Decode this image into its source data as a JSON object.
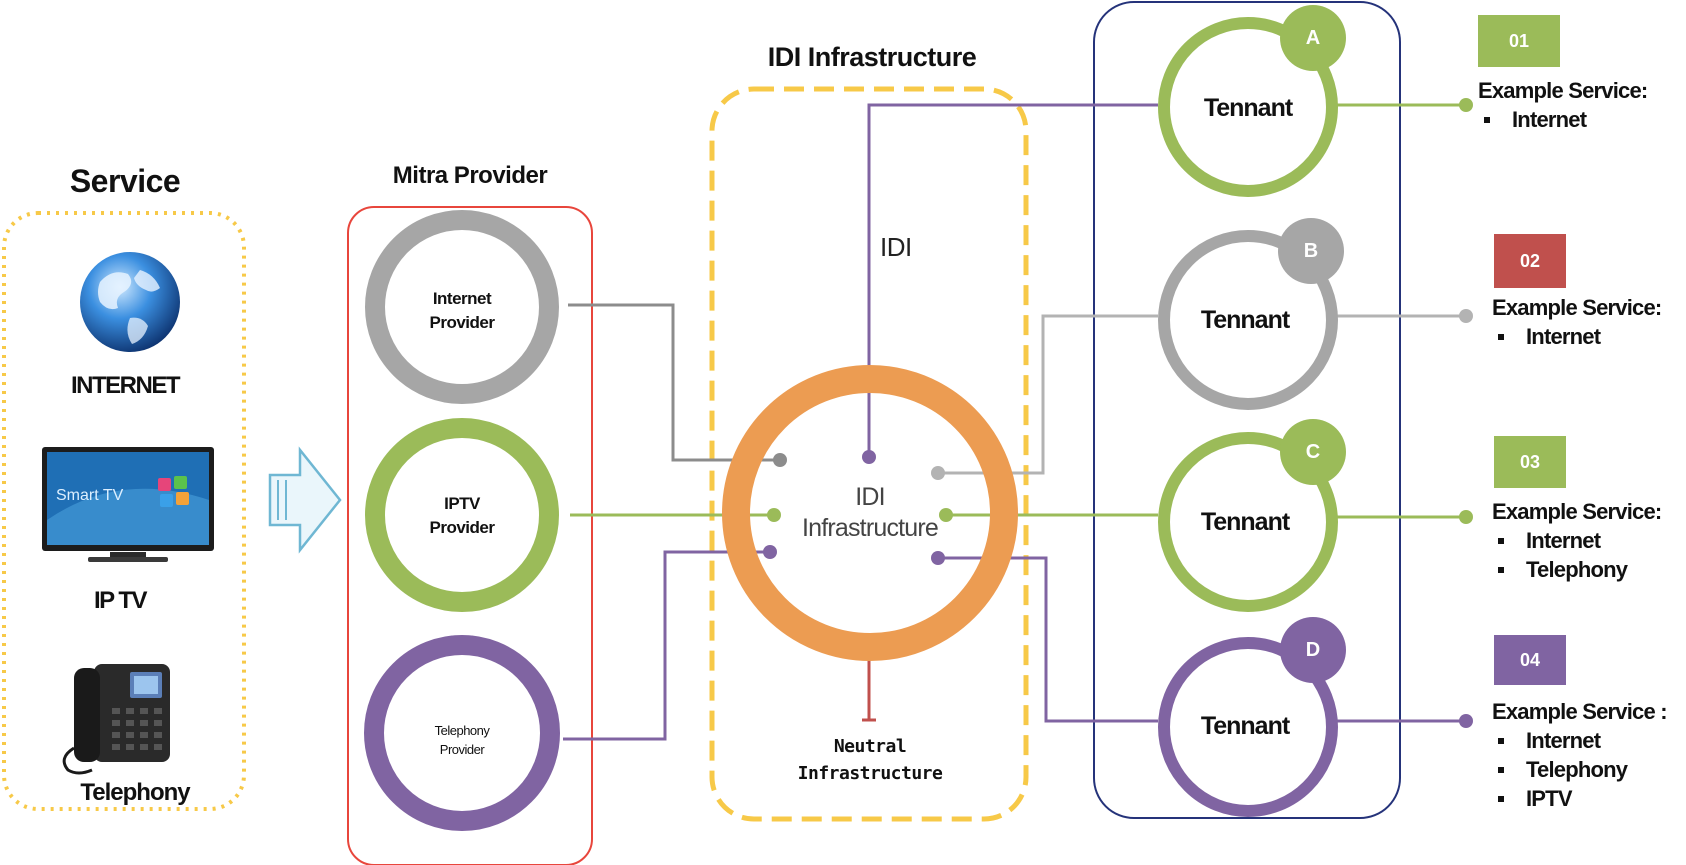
{
  "colors": {
    "green": "#9bbb59",
    "gray": "#a6a6a6",
    "purple": "#8064a2",
    "orange": "#ec9c52",
    "red": "#e8463c",
    "navy": "#25337a",
    "yellow": "#f7c948",
    "badge_red": "#c0504d"
  },
  "service": {
    "title": "Service",
    "items": [
      {
        "label": "INTERNET",
        "icon": "globe-icon"
      },
      {
        "label": "IP TV",
        "icon": "smart-tv-icon",
        "screen_text": "Smart TV"
      },
      {
        "label": "Telephony",
        "icon": "desk-phone-icon"
      }
    ]
  },
  "mitra": {
    "title": "Mitra Provider",
    "providers": [
      {
        "line1": "Internet",
        "line2": "Provider"
      },
      {
        "line1": "IPTV",
        "line2": "Provider"
      },
      {
        "line1": "Telephony",
        "line2": "Provider"
      }
    ]
  },
  "idi": {
    "title": "IDI Infrastructure",
    "line_label": "IDI",
    "center_line1": "IDI",
    "center_line2": "Infrastructure",
    "neutral_line1": "Neutral",
    "neutral_line2": "Infrastructure"
  },
  "tenants": [
    {
      "letter": "A",
      "label": "Tennant"
    },
    {
      "letter": "B",
      "label": "Tennant"
    },
    {
      "letter": "C",
      "label": "Tennant"
    },
    {
      "letter": "D",
      "label": "Tennant"
    }
  ],
  "examples": [
    {
      "number": "01",
      "heading": "Example Service:",
      "items": [
        "Internet"
      ]
    },
    {
      "number": "02",
      "heading": "Example Service:",
      "items": [
        "Internet"
      ]
    },
    {
      "number": "03",
      "heading": "Example Service:",
      "items": [
        "Internet",
        "Telephony"
      ]
    },
    {
      "number": "04",
      "heading": "Example Service :",
      "items": [
        "Internet",
        "Telephony",
        "IPTV"
      ]
    }
  ]
}
